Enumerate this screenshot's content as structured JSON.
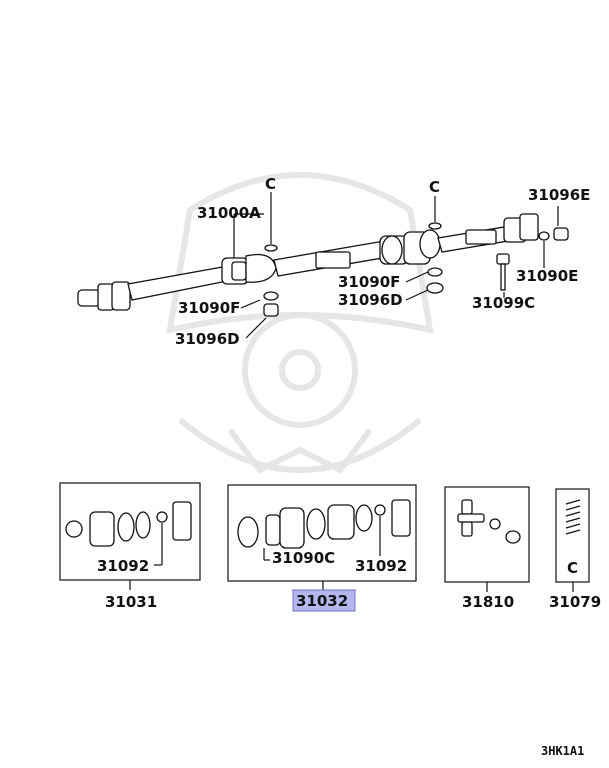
{
  "diagram": {
    "callouts": {
      "c_left": "C",
      "c_right": "C",
      "p31000A": "31000A",
      "p31096E": "31096E",
      "p31090F_left": "31090F",
      "p31096D_left": "31096D",
      "p31090F_right": "31090F",
      "p31096D_right": "31096D",
      "p31090E": "31090E",
      "p31099C": "31099C"
    },
    "kits": [
      {
        "id": "31031",
        "inner_labels": [
          "31092"
        ]
      },
      {
        "id": "31032",
        "inner_labels": [
          "31090C",
          "31092"
        ],
        "highlighted": true
      },
      {
        "id": "31810",
        "inner_labels": []
      },
      {
        "id": "31079",
        "inner_labels": [
          "C"
        ]
      }
    ],
    "highlight_color": "#b3b7ee",
    "diagram_code": "3HK1A1"
  }
}
